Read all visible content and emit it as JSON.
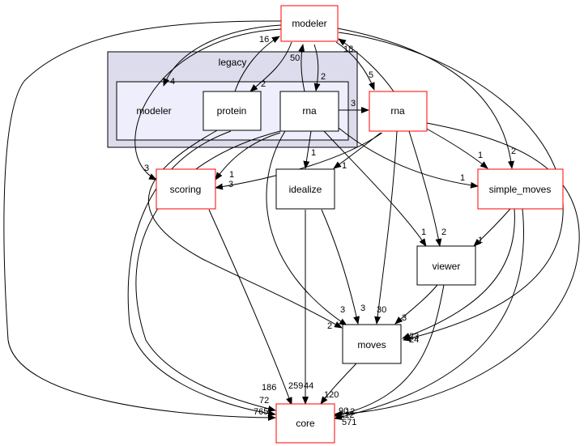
{
  "colors": {
    "outer_cluster_fill": "#dcdcec",
    "inner_cluster_fill": "#eeeefc",
    "red_border": "#ff0000",
    "black_border": "#000000",
    "edge": "#000000"
  },
  "clusters": {
    "legacy": "legacy"
  },
  "nodes": {
    "modeler": "modeler",
    "legacy_modeler": "modeler",
    "protein": "protein",
    "legacy_rna": "rna",
    "rna": "rna",
    "scoring": "scoring",
    "idealize": "idealize",
    "simple_moves": "simple_moves",
    "viewer": "viewer",
    "moves": "moves",
    "core": "core"
  },
  "edge_labels": {
    "modeler_to_legacy": "4",
    "protein_to_modeler": "16",
    "modeler_to_protein": "2",
    "legacy_rna_to_modeler": "50",
    "modeler_to_legacy_rna": "2",
    "rna_to_modeler": "18",
    "modeler_to_rna": "5",
    "legacy_rna_to_rna": "3",
    "to_scoring_a": "3",
    "to_scoring_b": "1",
    "to_scoring_c": "3",
    "legacy_rna_to_idealize": "1",
    "rna_to_idealize": "1",
    "rna_to_simple_moves": "1",
    "modeler_to_simple_moves": "2",
    "legacy_rna_to_simple_moves": "1",
    "legacy_rna_to_viewer": "1",
    "rna_to_viewer": "2",
    "simple_moves_to_viewer": "1",
    "legacy_rna_to_moves": "3",
    "idealize_to_moves": "3",
    "rna_to_moves": "30",
    "viewer_to_moves": "3",
    "protein_to_moves": "2",
    "simple_moves_to_moves": "23",
    "modeler_to_moves": "24",
    "scoring_to_core": "186",
    "idealize_to_core": "44",
    "legacy_rna_to_core_a": "259",
    "moves_to_core": "120",
    "protein_to_core": "72",
    "modeler_to_core": "765",
    "rna_to_core": "90",
    "simple_moves_to_core": "112",
    "viewer_to_core": "12",
    "core_label_b": "571"
  }
}
